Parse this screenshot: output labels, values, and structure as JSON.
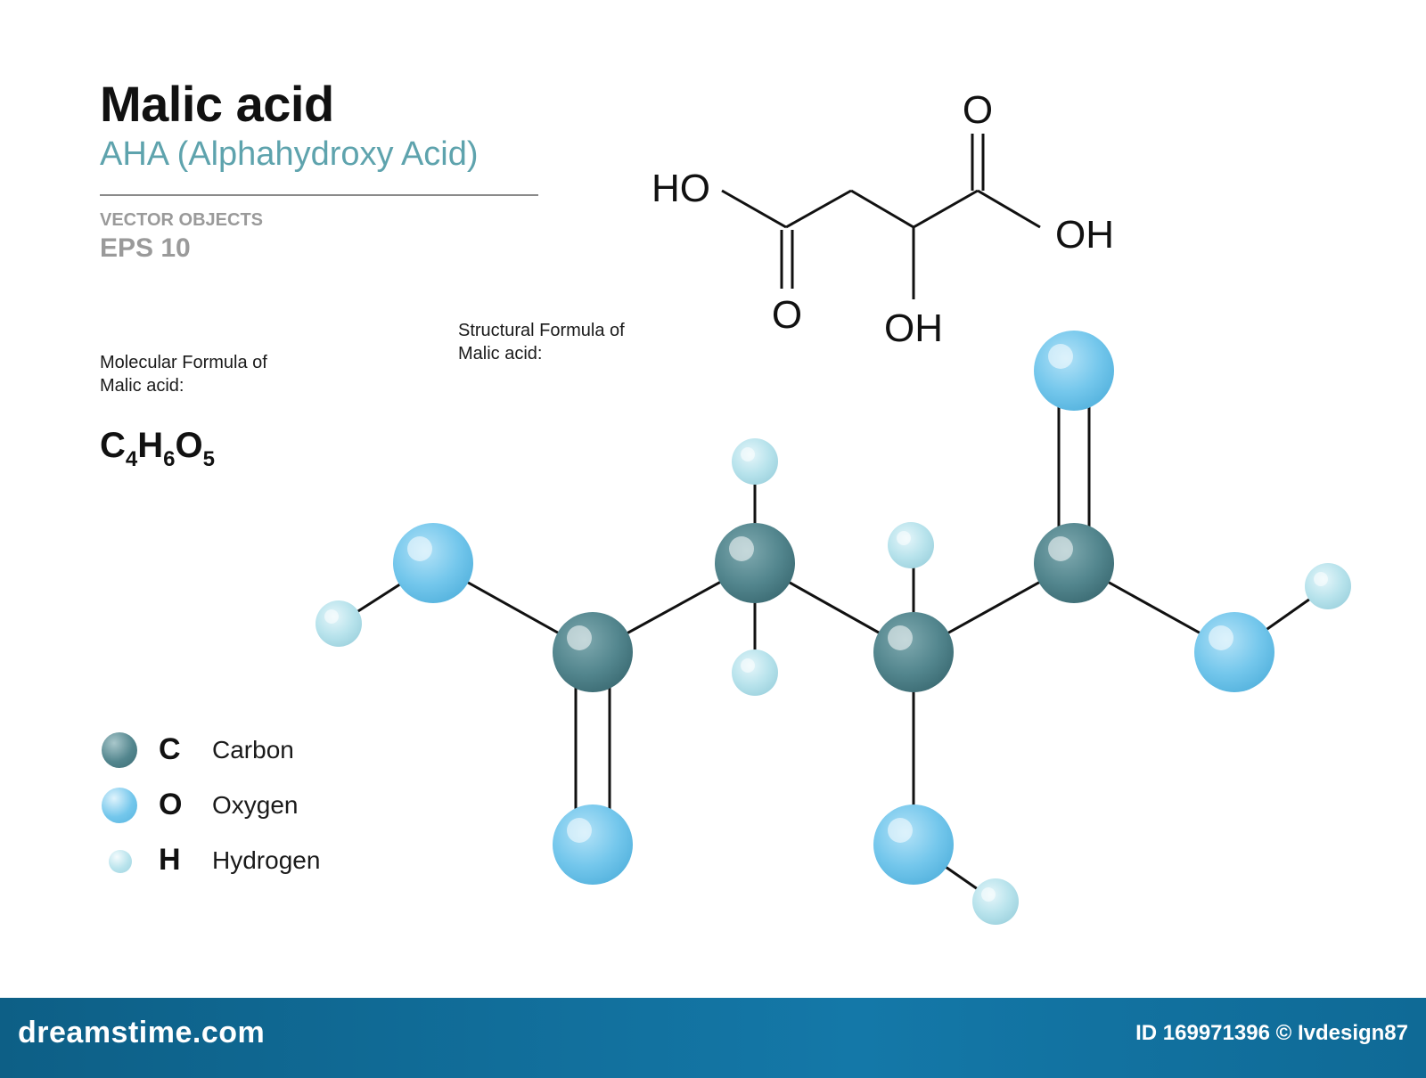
{
  "header": {
    "title": "Malic acid",
    "subtitle": "AHA  (Alphahydroxy Acid)",
    "vector_objects": "VECTOR OBJECTS",
    "eps": "EPS 10"
  },
  "molecular": {
    "label_line1": "Molecular Formula of",
    "label_line2": "Malic acid:",
    "formula": {
      "c": "C",
      "c_n": "4",
      "h": "H",
      "h_n": "6",
      "o": "O",
      "o_n": "5"
    }
  },
  "structural": {
    "label_line1": "Structural  Formula of",
    "label_line2": "Malic acid:",
    "atoms": {
      "o_top": "O",
      "ho_left": "HO",
      "oh_right": "OH",
      "o_bottom": "O",
      "oh_bottom": "OH"
    }
  },
  "legend": [
    {
      "symbol": "C",
      "name": "Carbon",
      "color": "#4f848c"
    },
    {
      "symbol": "O",
      "name": "Oxygen",
      "color": "#74c7ec"
    },
    {
      "symbol": "H",
      "name": "Hydrogen",
      "color": "#b8e3ec"
    }
  ],
  "colors": {
    "carbon": "#4f848c",
    "oxygen": "#74c7ec",
    "hydrogen": "#b8e3ec",
    "accent": "#5ea3ad",
    "footer": "#1478a8"
  },
  "footer": {
    "logo": "dreamstime.com",
    "id_text": "ID 169971396 © Ivdesign87"
  }
}
